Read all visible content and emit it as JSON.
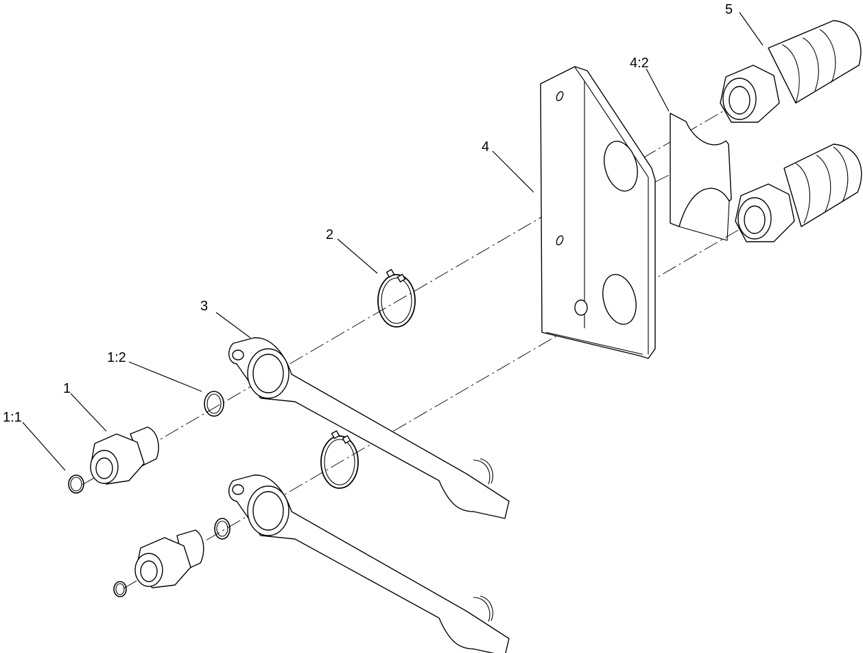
{
  "labels": {
    "item_1": "1",
    "item_1_1": "1:1",
    "item_1_2": "1:2",
    "item_2": "2",
    "item_3": "3",
    "item_4": "4",
    "item_4_2": "4:2",
    "item_5": "5"
  }
}
